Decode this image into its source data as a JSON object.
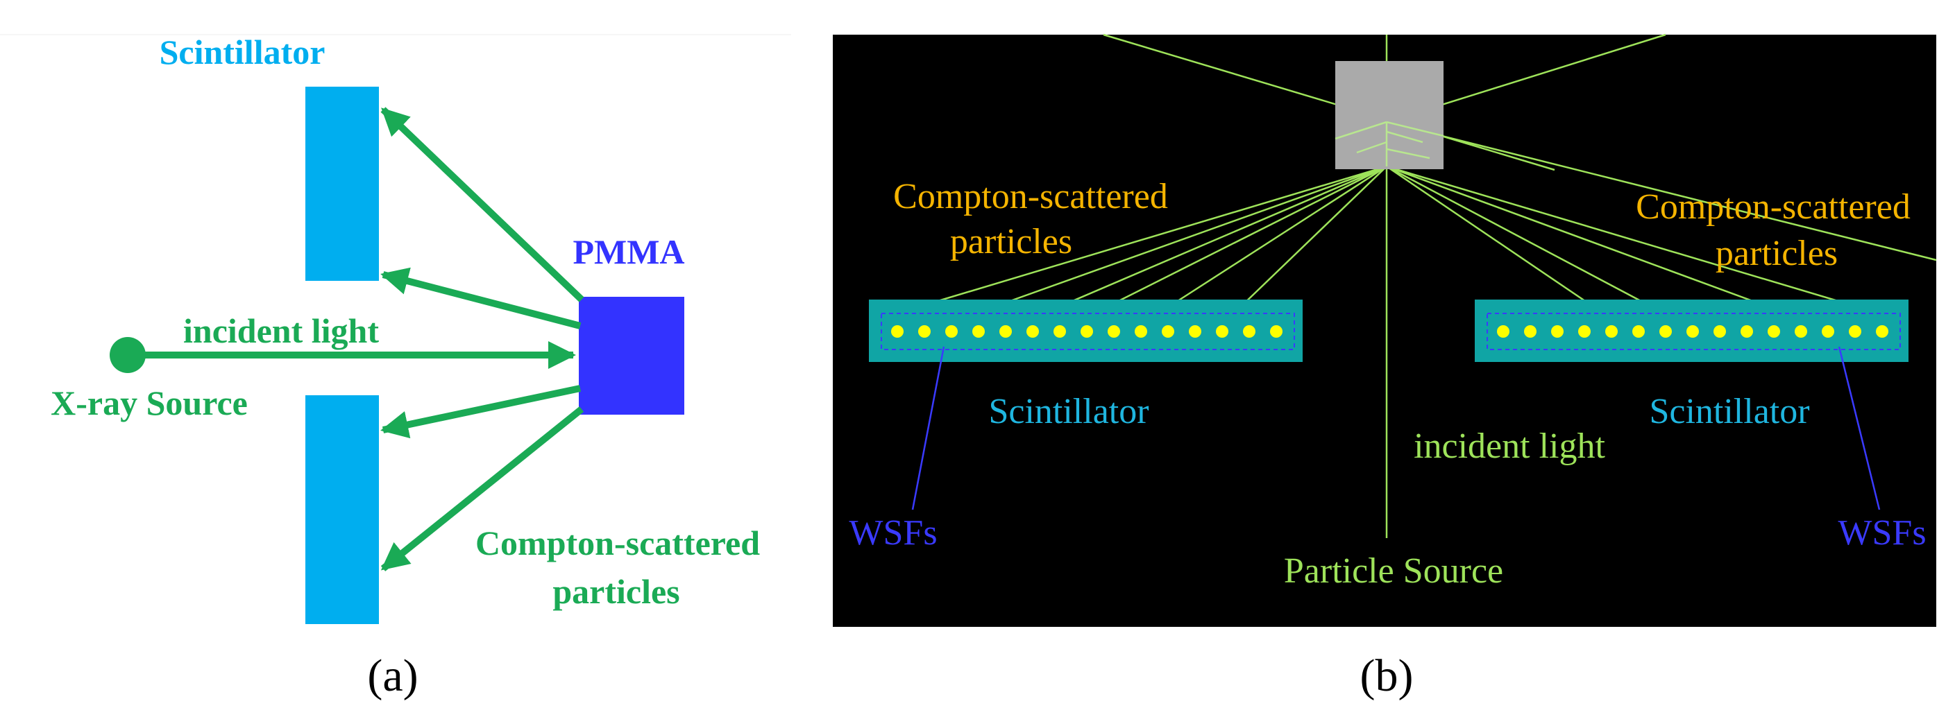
{
  "panel_a": {
    "scintillator_label": "Scintillator",
    "pmma_label": "PMMA",
    "incident_label": "incident light",
    "source_label": "X-ray Source",
    "scatter_label_line1": "Compton-scattered",
    "scatter_label_line2": "particles",
    "caption": "(a)",
    "colors": {
      "scintillator": "#00AEEF",
      "pmma": "#3333FF",
      "arrow": "#1AAA55"
    }
  },
  "panel_b": {
    "scatter_left_line1": "Compton-scattered",
    "scatter_left_line2": "particles",
    "scatter_right_line1": "Compton-scattered",
    "scatter_right_line2": "particles",
    "scintillator_left_label": "Scintillator",
    "scintillator_right_label": "Scintillator",
    "incident_label": "incident light",
    "source_label": "Particle Source",
    "wsf_left_label": "WSFs",
    "wsf_right_label": "WSFs",
    "caption": "(b)",
    "colors": {
      "background": "#000000",
      "ray": "#9EE35A",
      "block": "#AAAAAA",
      "bar": "#10A5A5",
      "fiber": "#FFFF00",
      "label_orange": "#F5B400",
      "label_cyan": "#1FB6E0",
      "label_wsf": "#3A3AFF"
    }
  }
}
